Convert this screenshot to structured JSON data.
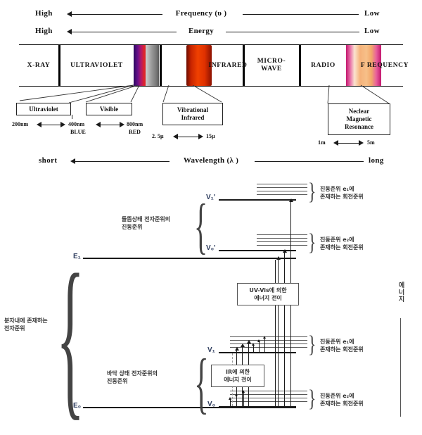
{
  "spectrum": {
    "axis_frequency": {
      "left_label": "High",
      "center_label": "Frequency (υ )",
      "right_label": "Low"
    },
    "axis_energy": {
      "left_label": "High",
      "center_label": "Energy",
      "right_label": "Low"
    },
    "axis_wavelength": {
      "left_label": "short",
      "center_label": "Wavelength (λ )",
      "right_label": "long"
    },
    "segments": [
      {
        "name": "x-ray",
        "label": "X-RAY"
      },
      {
        "name": "ultraviolet",
        "label": "ULTRAVIOLET"
      },
      {
        "name": "visible",
        "label": ""
      },
      {
        "name": "infrared",
        "label": "INFRARED"
      },
      {
        "name": "microwave",
        "label": "MICRO-\nWAVE"
      },
      {
        "name": "radio",
        "label": "RADIO"
      },
      {
        "name": "frequency",
        "label": "F REQUENCY"
      }
    ],
    "microwave_line1": "MICRO-",
    "microwave_line2": "WAVE",
    "callouts": [
      {
        "name": "ultraviolet",
        "label": "Ultraviolet"
      },
      {
        "name": "visible",
        "label": "Visible"
      },
      {
        "name": "vibrational-infrared",
        "line1": "Vibrational",
        "line2": "Infrared"
      },
      {
        "name": "nuclear-magnetic-resonance",
        "line1": "Neclear",
        "line2": "Magnetic",
        "line3": "Resonance"
      }
    ],
    "ticks": {
      "uv_left": "200nm",
      "uv_right": "400nm",
      "uv_right_sub": "BLUE",
      "vis_right": "800nm",
      "vis_right_sub": "RED",
      "ir_left": "2. 5μ",
      "ir_right": "15μ",
      "nmr_left": "1m",
      "nmr_right": "5m"
    }
  },
  "energy_diagram": {
    "levels": {
      "E1": "E₁",
      "E0": "E₀",
      "V1p": "V₁'",
      "V0p": "V₀'",
      "V1": "V₁",
      "V0": "V₀"
    },
    "labels": {
      "electronic_levels": "분자내에 존재하는\n전자준위",
      "electronic_levels_l1": "분자내에 존재하는",
      "electronic_levels_l2": "전자준위",
      "excited_vib_l1": "들뜸상태 전자준위의",
      "excited_vib_l2": "진동준위",
      "ground_vib_l1": "바닥 상태 전자준위의",
      "ground_vib_l2": "진동준위",
      "rot_e1_l1": "진동준위 e₁에",
      "rot_e1_l2": "존재하는 회전준위",
      "rot_e2_l1": "진동준위 e₂에",
      "rot_e2_l2": "존재하는 회전준위",
      "energy_axis": "에너지"
    },
    "transition_boxes": [
      {
        "name": "uv-vis-transition",
        "line1": "UV-Vis에 의한",
        "line2": "에너지 전이"
      },
      {
        "name": "ir-transition",
        "line1": "IR에 의한",
        "line2": "에너지 전이"
      }
    ]
  },
  "colors": {
    "ink": "#1a1a1a",
    "level_blue": "#2b3a5c",
    "uv_violet": "#6a0f8c",
    "visible_red": "#d8232a",
    "infrared_red": "#cc2200",
    "radio_magenta": "#d81b7a",
    "radio_peach": "#f5b27a"
  }
}
